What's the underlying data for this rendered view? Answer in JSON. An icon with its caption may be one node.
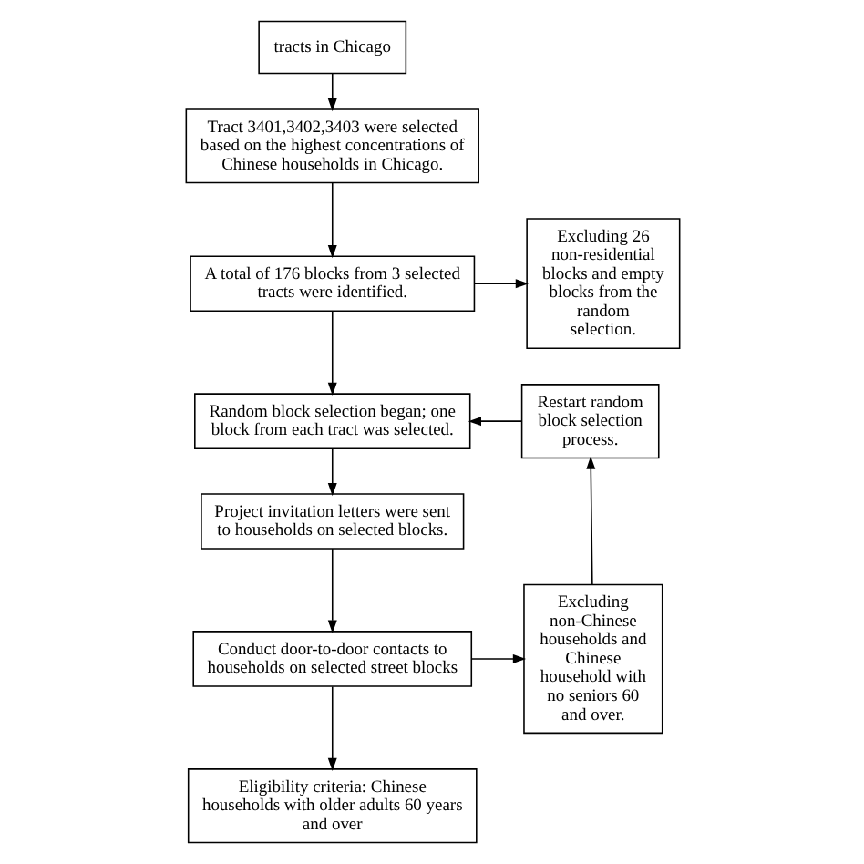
{
  "diagram": {
    "nodes": [
      {
        "text": [
          "tracts in Chicago"
        ]
      },
      {
        "text": [
          "Tract 3401,3402,3403 were selected based on the highest concentrations of Chinese households in Chicago."
        ]
      },
      {
        "text": [
          "A total of 176 blocks from 3 selected tracts were identified."
        ]
      },
      {
        "text": [
          "Excluding 26 non-residential blocks and empty blocks from the random selection."
        ]
      },
      {
        "text": [
          "Random block selection began; one block from each tract was selected."
        ]
      },
      {
        "text": [
          "Restart random block selection process."
        ]
      },
      {
        "text": [
          "Project invitation letters were sent to households on selected blocks."
        ]
      },
      {
        "text": [
          "Conduct door-to-door contacts to households on selected street blocks"
        ]
      },
      {
        "text": [
          "Excluding non-Chinese households and Chinese household with no seniors 60 and over."
        ]
      },
      {
        "text": [
          "Eligibility criteria: Chinese households with older adults 60 years and over"
        ]
      }
    ],
    "edges": [
      {
        "from": 0,
        "to": 1,
        "arrow": "to"
      },
      {
        "from": 1,
        "to": 2,
        "arrow": "to"
      },
      {
        "from": 2,
        "to": 3,
        "arrow": "to"
      },
      {
        "from": 2,
        "to": 4,
        "arrow": "to"
      },
      {
        "from": 5,
        "to": 4,
        "arrow": "to"
      },
      {
        "from": 4,
        "to": 6,
        "arrow": "to"
      },
      {
        "from": 6,
        "to": 7,
        "arrow": "to"
      },
      {
        "from": 7,
        "to": 8,
        "arrow": "to"
      },
      {
        "from": 7,
        "to": 9,
        "arrow": "to"
      },
      {
        "from": 8,
        "to": 5,
        "arrow": "to"
      }
    ]
  }
}
